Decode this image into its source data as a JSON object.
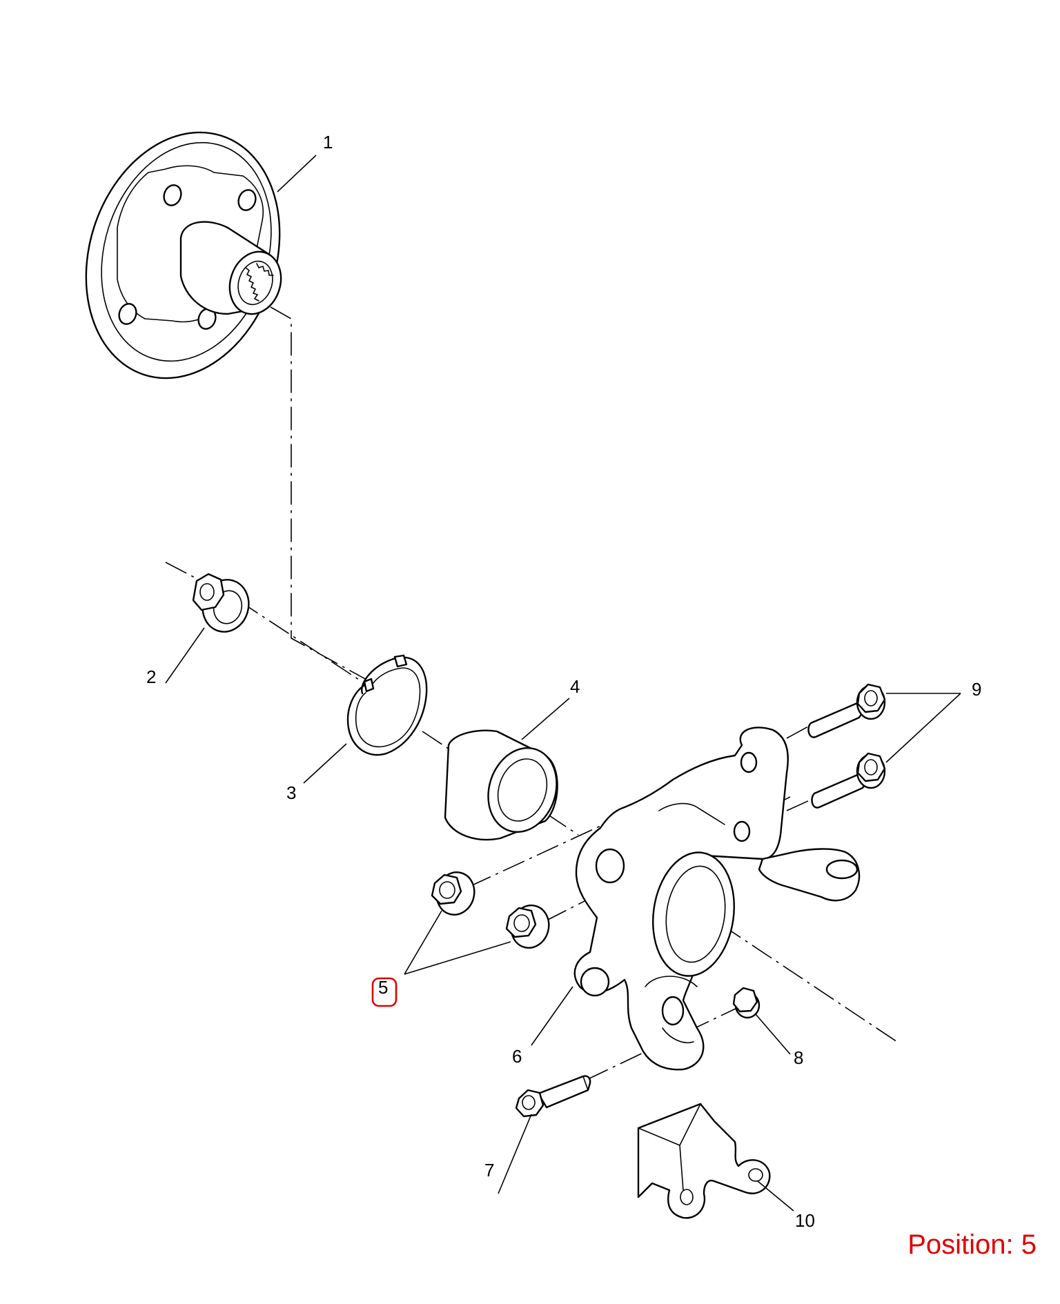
{
  "diagram": {
    "callouts": [
      {
        "id": "1",
        "text": "1"
      },
      {
        "id": "2",
        "text": "2"
      },
      {
        "id": "3",
        "text": "3"
      },
      {
        "id": "4",
        "text": "4"
      },
      {
        "id": "5",
        "text": "5"
      },
      {
        "id": "6",
        "text": "6"
      },
      {
        "id": "7",
        "text": "7"
      },
      {
        "id": "8",
        "text": "8"
      },
      {
        "id": "9",
        "text": "9"
      },
      {
        "id": "10",
        "text": "10"
      }
    ],
    "highlighted_callout": "5",
    "highlight_color": "#e00000"
  },
  "position_label": "Position: 5"
}
